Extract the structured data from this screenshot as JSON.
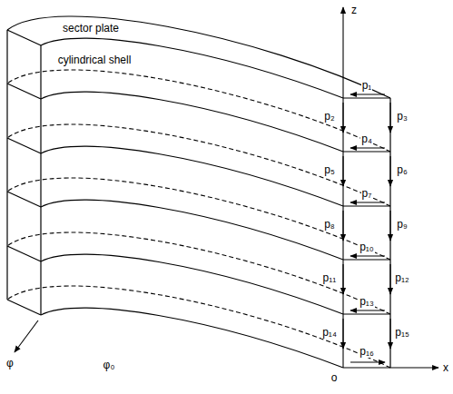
{
  "diagram": {
    "labels": [
      "sector plate",
      "cylindrical shell",
      "z",
      "p₁",
      "p₂",
      "p₃",
      "p₄",
      "p₅",
      "p₆",
      "p₇",
      "p₈",
      "p₉",
      "p₁₀",
      "p₁₁",
      "p₁₂",
      "p₁₃",
      "p₁₄",
      "p₁₅",
      "p₁₆",
      "φ",
      "φ₀",
      "o",
      "x"
    ]
  }
}
